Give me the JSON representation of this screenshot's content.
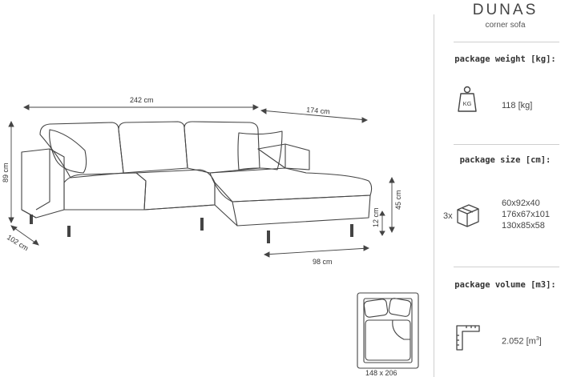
{
  "product": {
    "name": "DUNAS",
    "type": "corner sofa"
  },
  "dimensions": {
    "width": "242 cm",
    "chaise_length": "174 cm",
    "height": "89 cm",
    "depth": "102 cm",
    "chaise_width": "98 cm",
    "seat_height": "45 cm",
    "leg_height": "12 cm",
    "bed_size": "148 x 206"
  },
  "package_weight": {
    "heading": "package weight [kg]:",
    "icon_label": "KG",
    "value": "118 [kg]",
    "icon": "weight-icon"
  },
  "package_size": {
    "heading": "package size [cm]:",
    "multiplier": "3x",
    "icon": "box-icon",
    "sizes": [
      "60x92x40",
      "176x67x101",
      "130x85x58"
    ]
  },
  "package_volume": {
    "heading": "package volume [m3]:",
    "value": "2.052 [m",
    "unit_sup": "3",
    "value_end": "]",
    "icon": "ruler-icon"
  },
  "colors": {
    "line": "#444444",
    "separator": "#cfcfcf"
  }
}
